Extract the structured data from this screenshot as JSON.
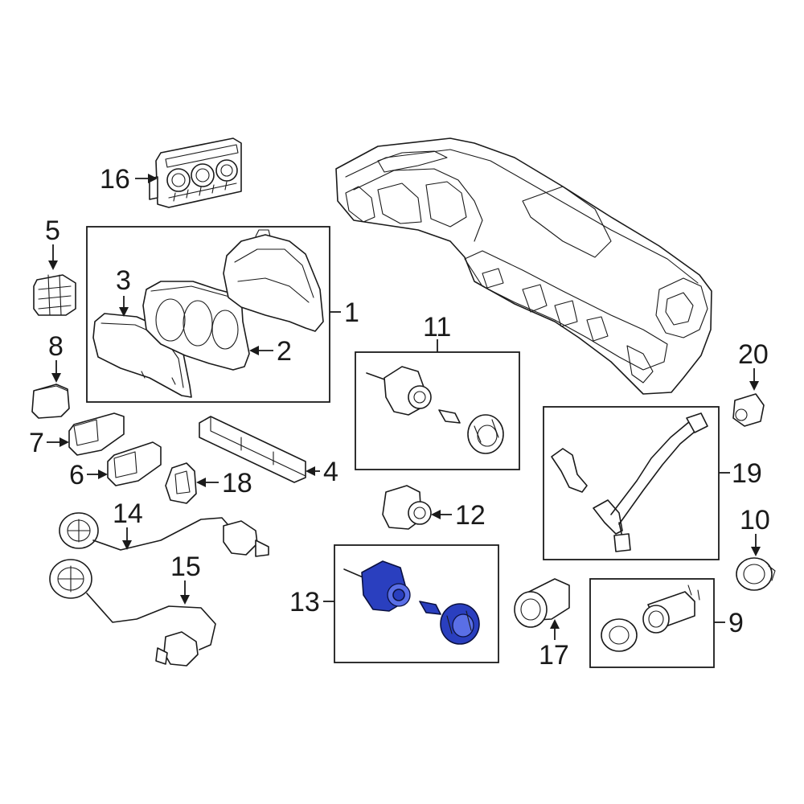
{
  "diagram": {
    "highlight_color": "#2a3fbf",
    "callouts": {
      "c1": "1",
      "c2": "2",
      "c3": "3",
      "c4": "4",
      "c5": "5",
      "c6": "6",
      "c7": "7",
      "c8": "8",
      "c9": "9",
      "c10": "10",
      "c11": "11",
      "c12": "12",
      "c13": "13",
      "c14": "14",
      "c15": "15",
      "c16": "16",
      "c17": "17",
      "c18": "18",
      "c19": "19",
      "c20": "20"
    }
  }
}
